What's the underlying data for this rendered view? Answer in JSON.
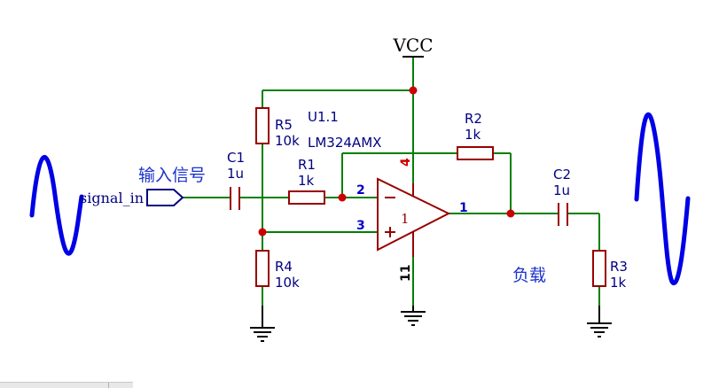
{
  "net": {
    "vcc": "VCC",
    "input_port": "signal_in"
  },
  "annotations": {
    "input_cn": "输入信号",
    "load_cn": "负载"
  },
  "parts": {
    "u1": {
      "ref": "U1.1",
      "value": "LM324AMX",
      "inner": "1"
    },
    "r1": {
      "ref": "R1",
      "value": "1k"
    },
    "r2": {
      "ref": "R2",
      "value": "1k"
    },
    "r3": {
      "ref": "R3",
      "value": "1k"
    },
    "r4": {
      "ref": "R4",
      "value": "10k"
    },
    "r5": {
      "ref": "R5",
      "value": "10k"
    },
    "c1": {
      "ref": "C1",
      "value": "1u"
    },
    "c2": {
      "ref": "C2",
      "value": "1u"
    }
  },
  "pins": {
    "p1": "1",
    "p2": "2",
    "p3": "3",
    "p4": "4",
    "p11": "11"
  },
  "colors": {
    "wire": "#008000",
    "body": "#990000",
    "junction": "#cc0000",
    "wave": "#0000e6",
    "label": "#000080",
    "pin": "#0000cc"
  }
}
